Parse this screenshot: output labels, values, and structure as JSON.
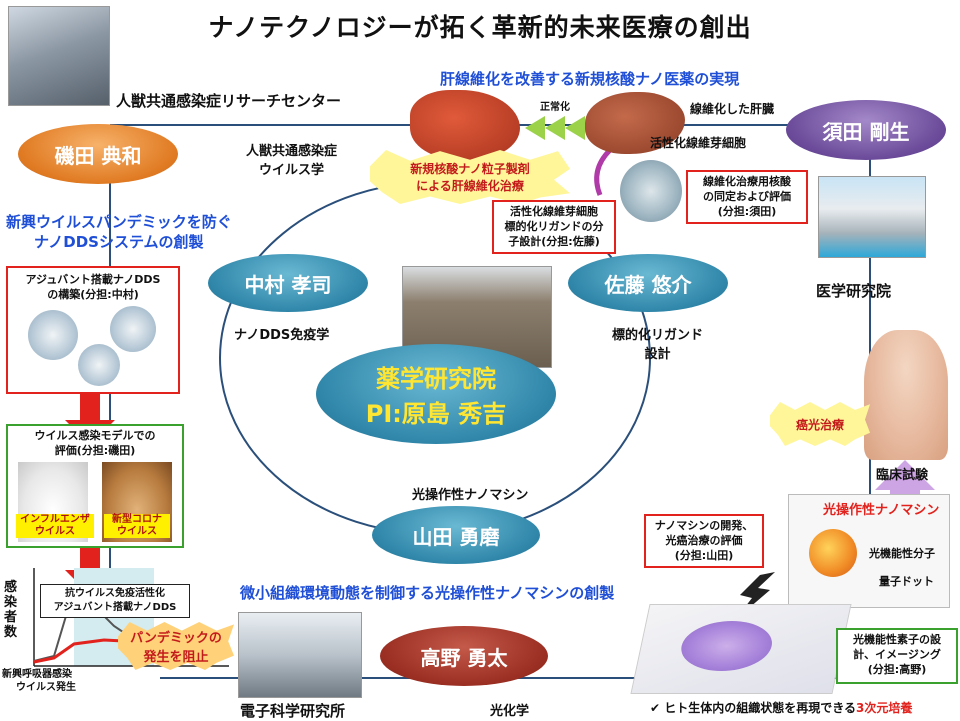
{
  "title": "ナノテクノロジーが拓く革新的未来医療の創出",
  "center": {
    "line1": "薬学研究院",
    "line2": "PI:原島 秀吉"
  },
  "people": {
    "isoda": "磯田 典和",
    "suda": "須田 剛生",
    "nakamura": "中村 孝司",
    "sato": "佐藤 悠介",
    "yamada": "山田 勇磨",
    "takano": "高野 勇太"
  },
  "institutes": {
    "zoonosis": "人獣共通感染症リサーチセンター",
    "medicine": "医学研究院",
    "electronics": "電子科学研究所"
  },
  "fields": {
    "isoda": [
      "人獣共通感染症",
      "ウイルス学"
    ],
    "nakamura": "ナノDDS免疫学",
    "sato": [
      "標的化リガンド",
      "設計"
    ],
    "yamada": "光操作性ナノマシン",
    "takano": "光化学",
    "clinical": "臨床試験"
  },
  "themes": {
    "liver": "肝線維化を改善する新規核酸ナノ医薬の実現",
    "virus": [
      "新興ウイルスパンデミックを防ぐ",
      "ナノDDSシステムの創製"
    ],
    "photo": "微小組織環境動態を制御する光操作性ナノマシンの創製"
  },
  "liver_panel": {
    "normalize": "正常化",
    "fibrotic_liver": "線維化した肝臓",
    "stellate": "活性化線維芽細胞",
    "burst": [
      "新規核酸ナノ粒子製剤",
      "による肝線維化治療"
    ],
    "identify": [
      "線維化治療用核酸",
      "の同定および評価",
      "(分担:須田)"
    ],
    "ligand": [
      "活性化線維芽細胞",
      "標的化リガンドの分",
      "子設計(分担:佐藤)"
    ]
  },
  "virus_panel": {
    "adjuvant_box": [
      "アジュバント搭載ナノDDS",
      "の構築(分担:中村)"
    ],
    "model_box": [
      "ウイルス感染モデルでの",
      "評価(分担:磯田)"
    ],
    "influenza": [
      "インフルエンザ",
      "ウイルス"
    ],
    "covid": [
      "新型コロナ",
      "ウイルス"
    ],
    "chart_box": [
      "抗ウイルス免疫活性化",
      "アジュバント搭載ナノDDS"
    ],
    "y_axis": "感染者数",
    "x_axis": [
      "新興呼吸器感染",
      "ウイルス発生"
    ],
    "burst": [
      "パンデミックの",
      "発生を阻止"
    ]
  },
  "photo_panel": {
    "cancer_burst": "癌光治療",
    "nano_title": "光操作性ナノマシン",
    "functional_molecule": "光機能性分子",
    "quantum_dot": "量子ドット",
    "dev_box": [
      "ナノマシンの開発、",
      "光癌治療の評価",
      "(分担:山田)"
    ],
    "imaging_box": [
      "光機能性素子の設",
      "計、イメージング",
      "(分担:高野)"
    ],
    "culture_prefix": "✔ ヒト生体内の組織状態を再現できる",
    "culture_highlight": "3次元培養"
  }
}
